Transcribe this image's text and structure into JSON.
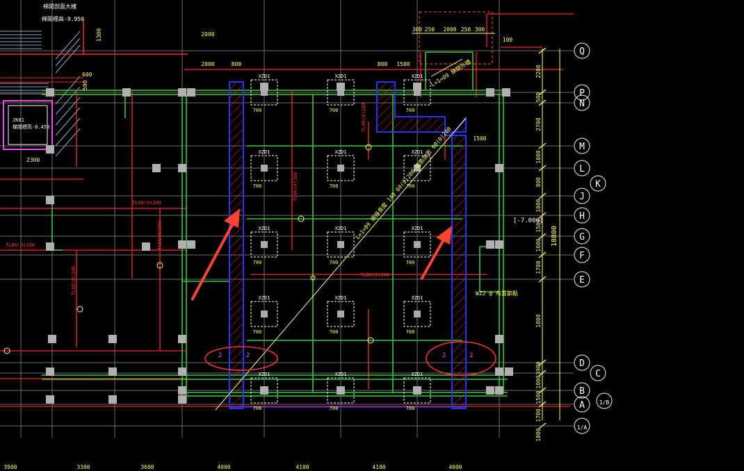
{
  "drawing": {
    "colors": {
      "background": "#000000",
      "grid": "#7a7a7a",
      "wall": "#33cc33",
      "beam": "#ff2222",
      "hatch_border": "#2233ff",
      "dimension": "#ffff66",
      "text_white": "#ffffff",
      "column": "#aaaaaa",
      "annotation_arrow": "#ff4433",
      "axis_bubble": "#cccccc"
    },
    "axis_labels": [
      "Q",
      "P",
      "N",
      "M",
      "L",
      "K",
      "J",
      "H",
      "G",
      "F",
      "E",
      "D",
      "C",
      "B",
      "A",
      "1/B",
      "1/A"
    ],
    "right_dims": [
      "2200",
      "500",
      "2700",
      "1800",
      "800",
      "1000",
      "1500",
      "1600",
      "1700",
      "1800",
      "3900",
      "1000",
      "1500",
      "1700",
      "1000"
    ],
    "right_total": "18800",
    "bottom_dims": [
      "3900",
      "3300",
      "3600",
      "4000",
      "4100",
      "4100",
      "4000"
    ],
    "top_dims": [
      "300",
      "250",
      "2000",
      "250",
      "300",
      "100"
    ],
    "mid_dims": [
      "2000",
      "2000",
      "800",
      "800",
      "1500",
      "1500"
    ],
    "footing_label": "XZD1",
    "footing_dims": [
      "700",
      "700",
      "700",
      "700",
      "700",
      "700"
    ],
    "elevation_label": "[-7.000]",
    "upper_left_notes": [
      "梯間剖面大樣",
      "梯間標高-9.950",
      "1300",
      "600",
      "500"
    ],
    "stair_note": "JK01\n梯間標高-8.450",
    "stair_dim": "2300",
    "beam_labels": [
      "TL90(0)200",
      "TL80(0)200",
      "TL60(0)200",
      "TL60(0)200",
      "TL40(0)200",
      "TL40(0)200",
      "TL80(0)200"
    ],
    "diagonal_note": "L=1=09 搭接長度 140 60(0)200 箍筋加密 60(0)200",
    "top_diag_note": "L=1=09 梯間外牆",
    "wall_note": "WZ2 @ 布置節點",
    "annotations": {
      "arrows": 2,
      "circles": 2
    }
  }
}
